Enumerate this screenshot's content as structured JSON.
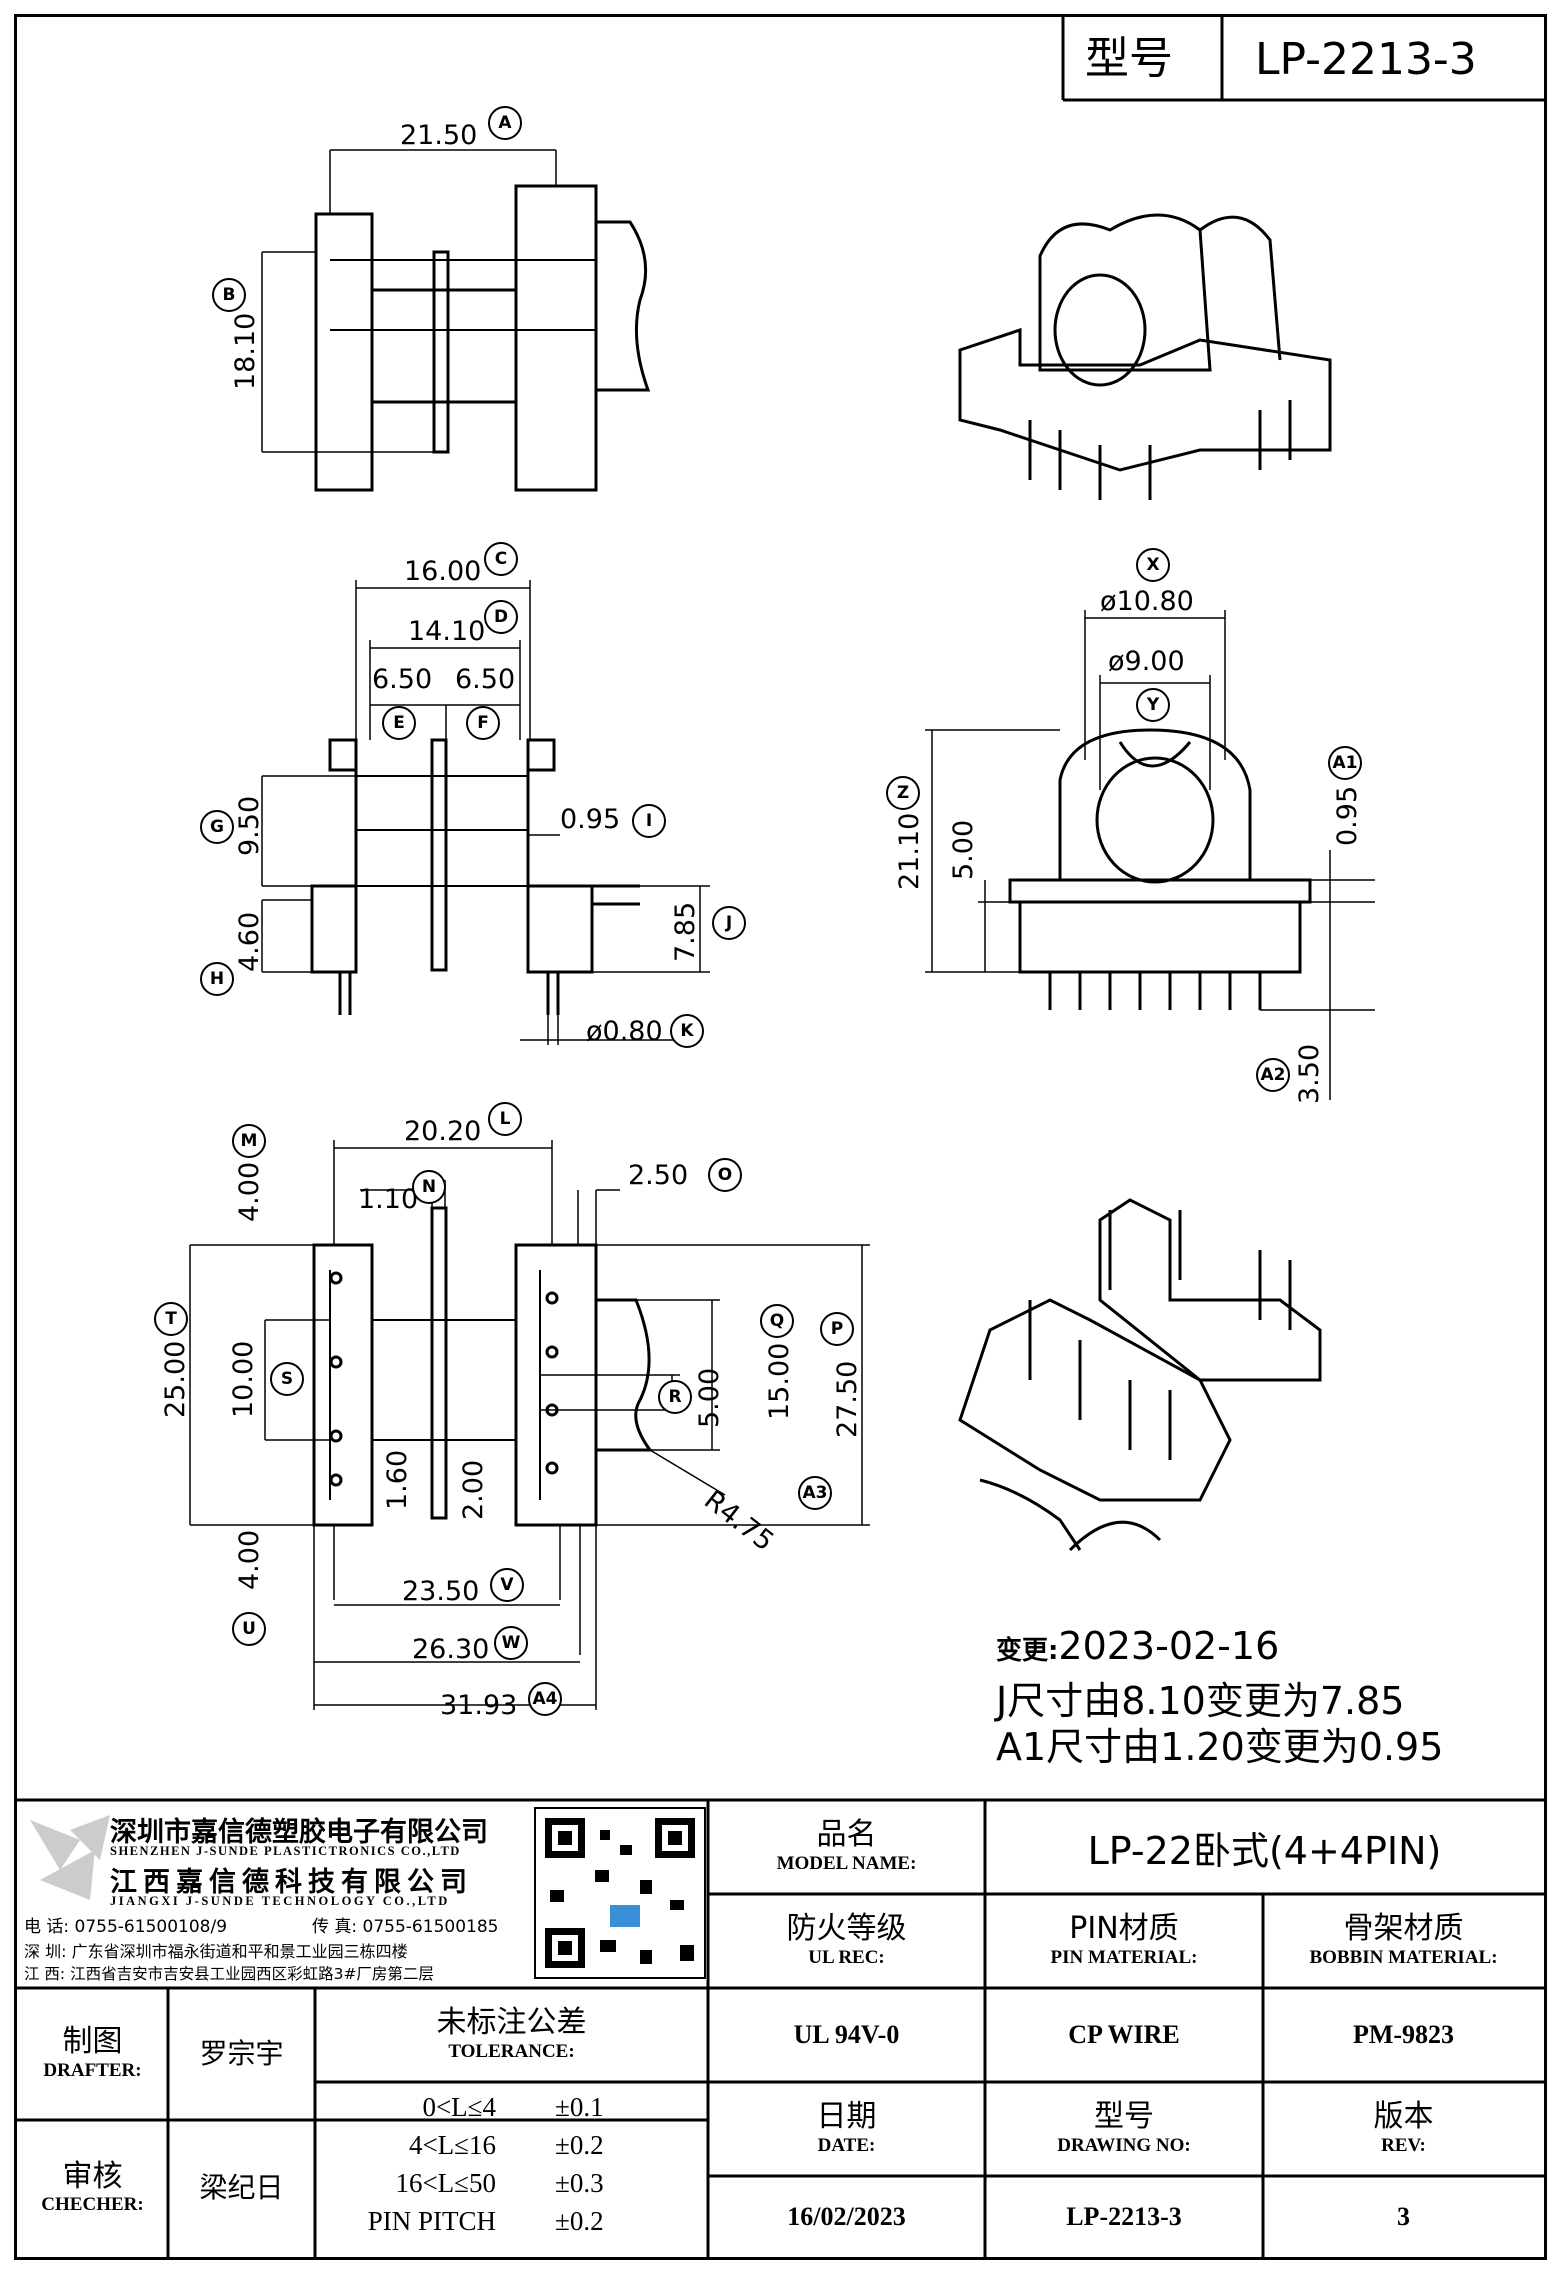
{
  "header": {
    "model_label": "型号",
    "model_value": "LP-2213-3"
  },
  "top_view": {
    "dim_a": "21.50",
    "label_a": "A",
    "dim_b": "18.10",
    "label_b": "B"
  },
  "front_view": {
    "dim_c": "16.00",
    "label_c": "C",
    "dim_d": "14.10",
    "label_d": "D",
    "dim_e": "6.50",
    "label_e": "E",
    "dim_f": "6.50",
    "label_f": "F",
    "dim_g": "9.50",
    "label_g": "G",
    "dim_i": "0.95",
    "label_i": "I",
    "dim_j": "7.85",
    "label_j": "J",
    "dim_h": "4.60",
    "label_h": "H",
    "dim_k": "ø0.80",
    "label_k": "K"
  },
  "side_view": {
    "dim_x": "ø10.80",
    "label_x": "X",
    "dim_y": "ø9.00",
    "label_y": "Y",
    "dim_z": "21.10",
    "label_z": "Z",
    "dim_500": "5.00",
    "dim_a1": "0.95",
    "label_a1": "A1",
    "dim_a2": "3.50",
    "label_a2": "A2"
  },
  "bottom_view": {
    "dim_l": "20.20",
    "label_l": "L",
    "dim_m": "4.00",
    "label_m": "M",
    "dim_n": "1.10",
    "label_n": "N",
    "dim_o": "2.50",
    "label_o": "O",
    "dim_t": "25.00",
    "label_t": "T",
    "dim_s": "10.00",
    "label_s": "S",
    "dim_q": "15.00",
    "label_q": "Q",
    "dim_p": "27.50",
    "label_p": "P",
    "dim_r": "5.00",
    "label_r": "R",
    "dim_a3": "R4.75",
    "label_a3": "A3",
    "dim_160": "1.60",
    "dim_200": "2.00",
    "dim_u": "4.00",
    "label_u": "U",
    "dim_v": "23.50",
    "label_v": "V",
    "dim_w": "26.30",
    "label_w": "W",
    "dim_a4": "31.93",
    "label_a4": "A4"
  },
  "change_note": {
    "line1_label": "变更:",
    "line1_value": "2023-02-16",
    "line2": "J尺寸由8.10变更为7.85",
    "line3": "A1尺寸由1.20变更为0.95"
  },
  "company": {
    "name_cn_1": "深圳市嘉信德塑胶电子有限公司",
    "name_en_1": "SHENZHEN J-SUNDE PLASTICTRONICS CO.,LTD",
    "name_cn_2": "江西嘉信德科技有限公司",
    "name_en_2": "JIANGXI J-SUNDE TECHNOLOGY CO.,LTD",
    "phone": "电 话: 0755-61500108/9",
    "fax": "传 真: 0755-61500185",
    "addr_sz": "深 圳: 广东省深圳市福永街道和平和景工业园三栋四楼",
    "addr_jx": "江 西: 江西省吉安市吉安县工业园西区彩虹路3#厂房第二层"
  },
  "title_block": {
    "model_name_cn": "品名",
    "model_name_en": "MODEL NAME:",
    "model_name_value": "LP-22卧式(4+4PIN)",
    "ul_cn": "防火等级",
    "ul_en": "UL REC:",
    "ul_value": "UL 94V-0",
    "pin_cn": "PIN材质",
    "pin_en": "PIN MATERIAL:",
    "pin_value": "CP WIRE",
    "bobbin_cn": "骨架材质",
    "bobbin_en": "BOBBIN MATERIAL:",
    "bobbin_value": "PM-9823",
    "drafter_cn": "制图",
    "drafter_en": "DRAFTER:",
    "drafter_value": "罗宗宇",
    "checker_cn": "审核",
    "checker_en": "CHECHER:",
    "checker_value": "梁纪日",
    "tol_cn": "未标注公差",
    "tol_en": "TOLERANCE:",
    "tol_rows": [
      {
        "range": "0<L≤4",
        "value": "±0.1"
      },
      {
        "range": "4<L≤16",
        "value": "±0.2"
      },
      {
        "range": "16<L≤50",
        "value": "±0.3"
      },
      {
        "range": "PIN PITCH",
        "value": "±0.2"
      }
    ],
    "date_cn": "日期",
    "date_en": "DATE:",
    "date_value": "16/02/2023",
    "drawing_cn": "型号",
    "drawing_en": "DRAWING NO:",
    "drawing_value": "LP-2213-3",
    "rev_cn": "版本",
    "rev_en": "REV:",
    "rev_value": "3"
  }
}
